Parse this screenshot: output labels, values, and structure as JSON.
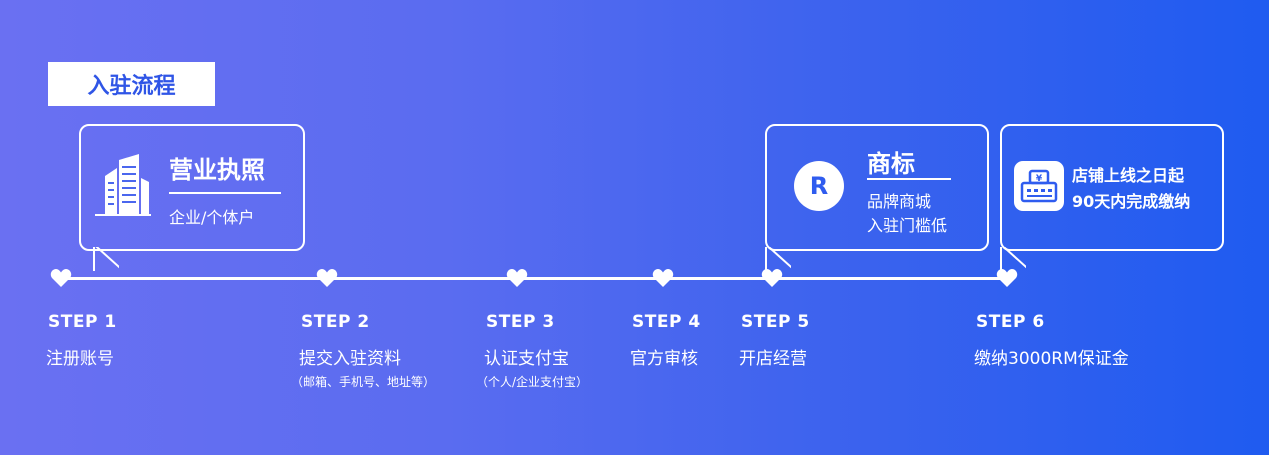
{
  "section_title": "入驻流程",
  "callouts": {
    "license": {
      "title": "营业执照",
      "subtitle": "企业/个体户",
      "icon": "building-icon"
    },
    "trademark": {
      "badge": "R",
      "title": "商标",
      "line1": "品牌商城",
      "line2": "入驻门槛低",
      "icon": "registered-trademark-icon"
    },
    "deposit": {
      "line1": "店铺上线之日起",
      "line2": "90天内完成缴纳",
      "icon": "cash-register-yen-icon"
    }
  },
  "steps": [
    {
      "label": "STEP 1",
      "name": "注册账号",
      "note": ""
    },
    {
      "label": "STEP 2",
      "name": "提交入驻资料",
      "note": "（邮箱、手机号、地址等）"
    },
    {
      "label": "STEP 3",
      "name": "认证支付宝",
      "note": "（个人/企业支付宝）"
    },
    {
      "label": "STEP 4",
      "name": "官方审核",
      "note": ""
    },
    {
      "label": "STEP 5",
      "name": "开店经营",
      "note": ""
    },
    {
      "label": "STEP 6",
      "name": "缴纳3000RM保证金",
      "note": ""
    }
  ],
  "colors": {
    "bg_start": "#6a70f2",
    "bg_end": "#1f5bf0",
    "accent": "#2f5cef"
  }
}
